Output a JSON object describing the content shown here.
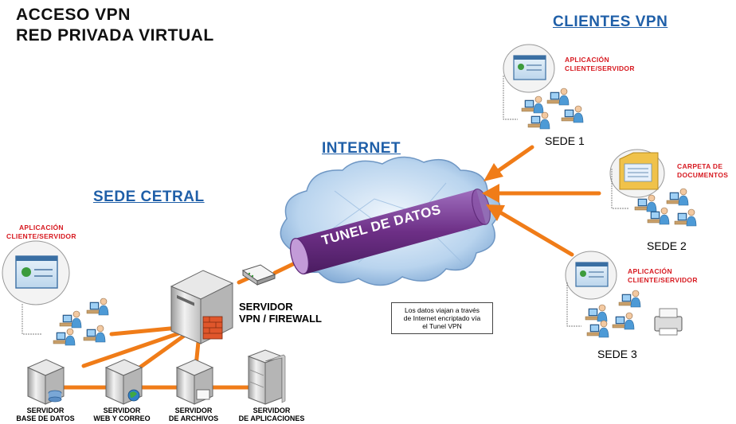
{
  "header": {
    "title_line1": "ACCESO VPN",
    "title_line2": "RED PRIVADA VIRTUAL"
  },
  "sections": {
    "clientes": "CLIENTES VPN",
    "internet": "INTERNET",
    "sede_central": "SEDE CETRAL"
  },
  "tunnel": {
    "label": "TUNEL DE DATOS"
  },
  "note": {
    "line1": "Los datos viajan a través",
    "line2": "de Internet encriptado vía",
    "line3": "el Tunel VPN"
  },
  "sites": {
    "sede1": {
      "label": "SEDE 1",
      "app_line1": "APLICACIÓN",
      "app_line2": "CLIENTE/SERVIDOR"
    },
    "sede2": {
      "label": "SEDE 2",
      "app_line1": "CARPETA DE",
      "app_line2": "DOCUMENTOS"
    },
    "sede3": {
      "label": "SEDE 3",
      "app_line1": "APLICACIÓN",
      "app_line2": "CLIENTE/SERVIDOR"
    },
    "central": {
      "app_line1": "APLICACIÓN",
      "app_line2": "CLIENTE/SERVIDOR"
    }
  },
  "servers": {
    "vpn_line1": "SERVIDOR",
    "vpn_line2": "VPN / FIREWALL",
    "db_line1": "SERVIDOR",
    "db_line2": "BASE DE DATOS",
    "web_line1": "SERVIDOR",
    "web_line2": "WEB Y CORREO",
    "files_line1": "SERVIDOR",
    "files_line2": "DE ARCHIVOS",
    "apps_line1": "SERVIDOR",
    "apps_line2": "DE APLICACIONES"
  },
  "colors": {
    "accent_blue": "#1f5fa8",
    "label_red": "#d71920",
    "link_orange": "#f07c18",
    "tunnel_purple": "#6d2f86"
  }
}
